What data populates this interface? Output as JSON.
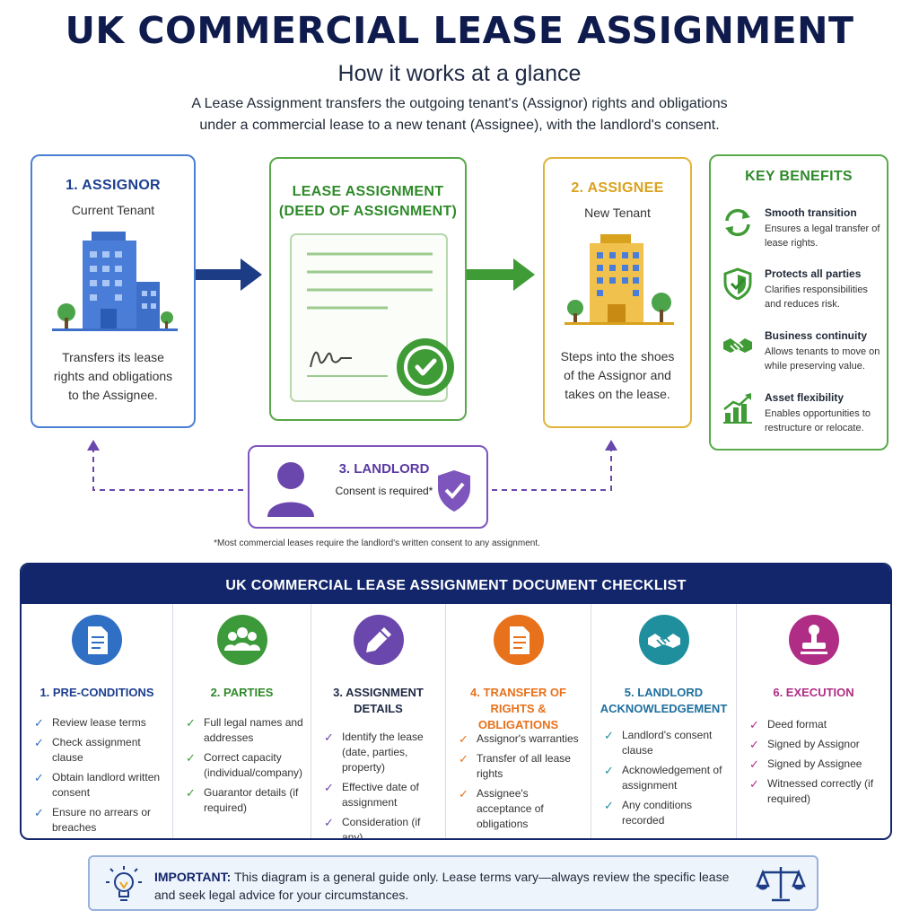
{
  "header": {
    "title": "UK COMMERCIAL LEASE ASSIGNMENT",
    "subtitle": "How it works at a glance",
    "intro_line1": "A Lease Assignment transfers the outgoing tenant's (Assignor) rights and obligations",
    "intro_line2": "under a commercial lease to a new tenant (Assignee), with the landlord's consent."
  },
  "assignor": {
    "title": "1. ASSIGNOR",
    "subtitle": "Current Tenant",
    "desc": [
      "Transfers its lease",
      "rights and obligations",
      "to the Assignee."
    ]
  },
  "deed": {
    "title_line1": "LEASE ASSIGNMENT",
    "title_line2": "(DEED OF ASSIGNMENT)"
  },
  "assignee": {
    "title": "2. ASSIGNEE",
    "subtitle": "New Tenant",
    "desc": [
      "Steps into the shoes",
      "of the Assignor and",
      "takes on the lease."
    ]
  },
  "landlord": {
    "title": "3. LANDLORD",
    "subtitle": "Consent is required*"
  },
  "footnote": "*Most commercial leases require the landlord's written consent to any assignment.",
  "benefits": {
    "title": "KEY BENEFITS",
    "items": [
      {
        "title": "Smooth transition",
        "desc": "Ensures a legal transfer of lease rights.",
        "icon": "refresh-icon"
      },
      {
        "title": "Protects all parties",
        "desc": "Clarifies responsibilities and reduces risk.",
        "icon": "shield-check-icon"
      },
      {
        "title": "Business continuity",
        "desc": "Allows tenants to move on while preserving value.",
        "icon": "handshake-icon"
      },
      {
        "title": "Asset flexibility",
        "desc": "Enables opportunities to restructure or relocate.",
        "icon": "growth-chart-icon"
      }
    ]
  },
  "checklist": {
    "title": "UK COMMERCIAL LEASE ASSIGNMENT DOCUMENT CHECKLIST",
    "columns": [
      {
        "title": "1. PRE-CONDITIONS",
        "color": "#2f6fc4",
        "icon": "document-icon",
        "items": [
          "Review lease terms",
          "Check assignment clause",
          "Obtain landlord written consent",
          "Ensure no arrears or breaches"
        ]
      },
      {
        "title": "2. PARTIES",
        "color": "#3d9a3a",
        "icon": "people-icon",
        "items": [
          "Full legal names and addresses",
          "Correct capacity (individual/company)",
          "Guarantor details (if required)"
        ]
      },
      {
        "title": "3. ASSIGNMENT DETAILS",
        "color": "#6a47ad",
        "icon": "pen-icon",
        "items": [
          "Identify the lease (date, parties, property)",
          "Effective date of assignment",
          "Consideration (if any)"
        ]
      },
      {
        "title": "4. TRANSFER OF RIGHTS & OBLIGATIONS",
        "color": "#e8711c",
        "icon": "document-icon",
        "items": [
          "Assignor's warranties",
          "Transfer of all lease rights",
          "Assignee's acceptance of obligations"
        ]
      },
      {
        "title": "5. LANDLORD ACKNOWLEDGEMENT",
        "color": "#1f8f9d",
        "icon": "handshake-icon",
        "items": [
          "Landlord's consent clause",
          "Acknowledgement of assignment",
          "Any conditions recorded"
        ]
      },
      {
        "title": "6. EXECUTION",
        "color": "#b02d86",
        "icon": "stamp-icon",
        "items": [
          "Deed format",
          "Signed by Assignor",
          "Signed by Assignee",
          "Witnessed correctly (if required)"
        ]
      }
    ]
  },
  "important": {
    "label": "IMPORTANT:",
    "text": "This diagram is a general guide only. Lease terms vary—always review the specific lease and seek legal advice for your circumstances."
  }
}
